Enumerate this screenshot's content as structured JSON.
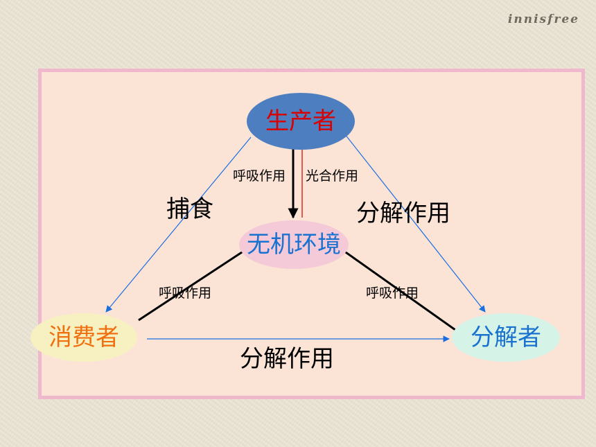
{
  "logo": "innisfree",
  "nodes": {
    "producer": "生产者",
    "environment": "无机环境",
    "consumer": "消费者",
    "decomposer": "分解者"
  },
  "labels": {
    "producer_env_respiration": "呼吸作用",
    "env_producer_photosynthesis": "光合作用",
    "producer_consumer": "捕食",
    "producer_decomposer": "分解作用",
    "consumer_env_respiration": "呼吸作用",
    "decomposer_env_respiration": "呼吸作用",
    "consumer_decomposer": "分解作用"
  },
  "colors": {
    "panel_border": "#f0b8cc",
    "panel_fill": "#fbe4d6",
    "blue_arrow": "#1a6fe0",
    "red_arrow": "#cc0000",
    "black_arrow": "#000000"
  }
}
